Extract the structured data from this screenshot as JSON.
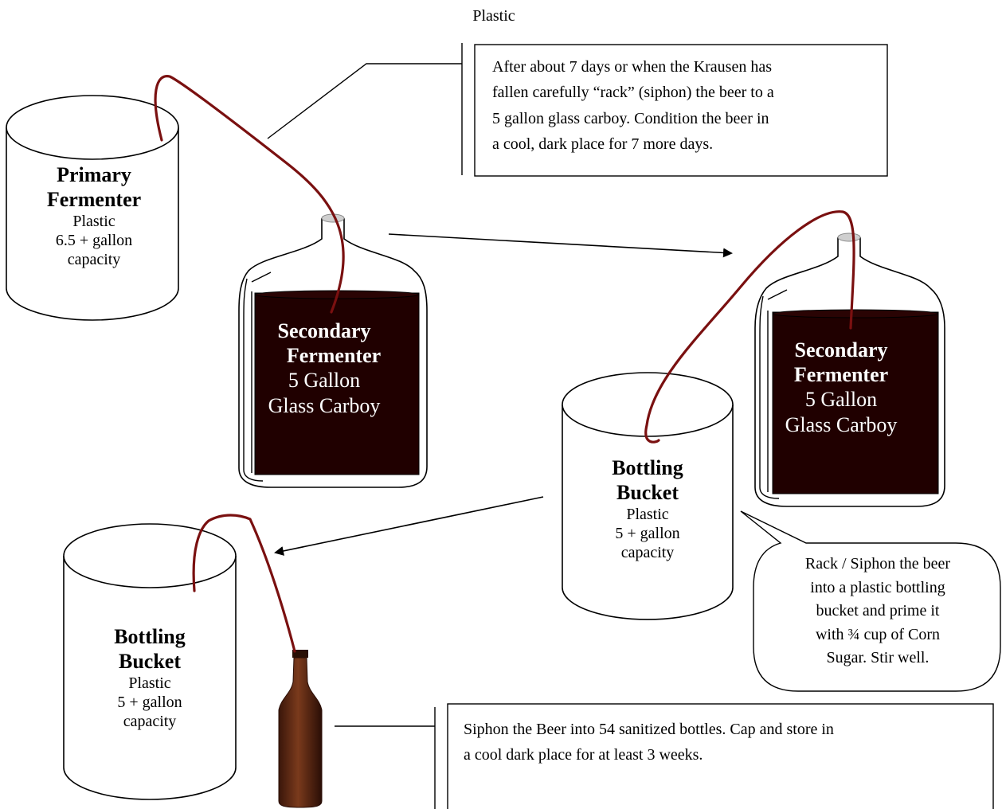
{
  "top_caption": "Plastic",
  "primary": {
    "title1": "Primary",
    "title2": "Fermenter",
    "line1": "Plastic",
    "line2": "6.5 + gallon",
    "line3": "capacity"
  },
  "secondary_left": {
    "title1": "Secondary",
    "title2": "Fermenter",
    "line1": "5 Gallon",
    "line2": "Glass Carboy"
  },
  "secondary_right": {
    "title1": "Secondary",
    "title2": "Fermenter",
    "line1": "5 Gallon",
    "line2": "Glass Carboy"
  },
  "bottling_middle": {
    "title1": "Bottling",
    "title2": "Bucket",
    "line1": "Plastic",
    "line2": "5 + gallon",
    "line3": "capacity"
  },
  "bottling_bottom": {
    "title1": "Bottling",
    "title2": "Bucket",
    "line1": "Plastic",
    "line2": "5 + gallon",
    "line3": "capacity"
  },
  "note_rack": {
    "line1": "After about 7 days or when the Krausen has",
    "line2": "fallen carefully “rack” (siphon) the beer to a",
    "line3": "5 gallon glass carboy. Condition the beer in",
    "line4": "a cool, dark place for 7 more days."
  },
  "note_prime": {
    "line1": "Rack / Siphon the beer",
    "line2": "into a plastic bottling",
    "line3": "bucket and prime it",
    "line4": "with ¾ cup of Corn",
    "line5": "Sugar. Stir well."
  },
  "note_bottle": {
    "line1": "Siphon the Beer into 54 sanitized bottles. Cap and store in",
    "line2": "a cool dark place for at least 3 weeks."
  },
  "colors": {
    "beer": "#200000",
    "tube": "#7a1010",
    "bottle": "#5a2410",
    "cap": "#cfcfcf"
  }
}
